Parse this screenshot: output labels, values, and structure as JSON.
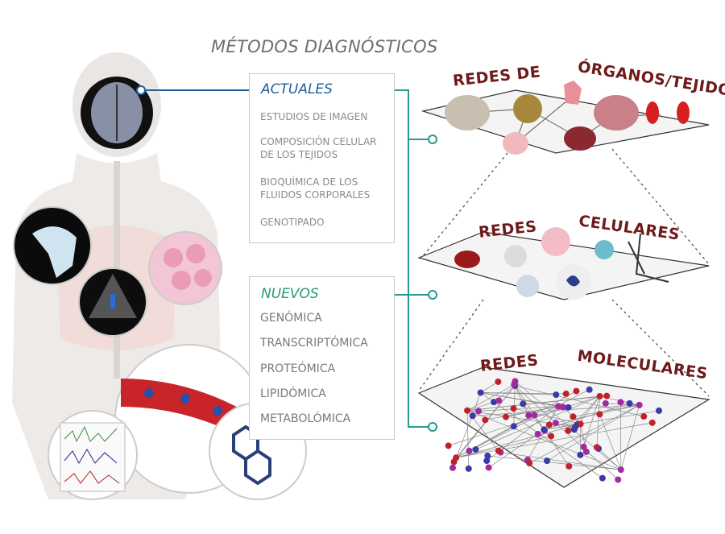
{
  "title": "MÉTODOS DIAGNÓSTICOS",
  "current": {
    "heading": "ACTUALES",
    "items": [
      "ESTUDIOS DE IMAGEN",
      "COMPOSICIÓN CELULAR DE LOS TEJIDOS",
      "BIOQUÍMICA DE LOS FLUIDOS CORPORALES",
      "GENOTIPADO"
    ]
  },
  "new": {
    "heading": "NUEVOS",
    "items": [
      "GENÓMICA",
      "TRANSCRIPTÓMICA",
      "PROTEÓMICA",
      "LIPIDÓMICA",
      "METABOLÓMICA"
    ]
  },
  "networks": {
    "organs": {
      "left": "REDES DE",
      "right": "ÓRGANOS/TEJIDOS"
    },
    "cells": {
      "left": "REDES",
      "right": "CELULARES"
    },
    "molecules": {
      "left": "REDES",
      "right": "MOLECULARES"
    }
  },
  "colors": {
    "current": "#1f5f9a",
    "new": "#2a9a78",
    "label": "#6e1a1a",
    "title": "#6d6e70"
  }
}
